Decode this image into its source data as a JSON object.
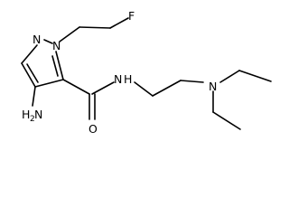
{
  "molecule": {
    "atoms": {
      "fluorine": "F",
      "ring_nitrogen_1": "N",
      "ring_nitrogen_2": "N",
      "amide_nitrogen": "N",
      "amide_hydrogen": "H",
      "amine_nitrogen": "N",
      "carbonyl_oxygen": "O",
      "amino_group": "H",
      "amino_group_subscript": "2",
      "amino_group_n": "N"
    }
  }
}
